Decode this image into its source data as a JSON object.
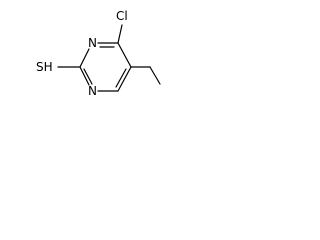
{
  "molecule": {
    "atoms": {
      "n_top": "N",
      "n_bottom": "N",
      "cl": "Cl",
      "sh": "SH"
    }
  }
}
